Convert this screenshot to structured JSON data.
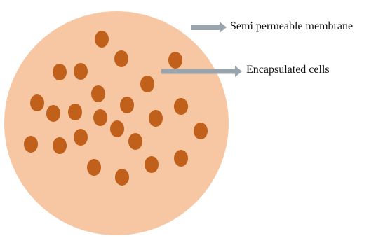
{
  "labels": {
    "membrane": "Semi permeable membrane",
    "cells": "Encapsulated cells"
  },
  "colors": {
    "capsule": "#f7c6a3",
    "cell": "#c0601a",
    "arrow": "#9aa4ad",
    "text": "#111111"
  },
  "icons": {
    "capsule": "circle",
    "cell": "filled-ellipse",
    "arrow": "right-block-arrow"
  }
}
